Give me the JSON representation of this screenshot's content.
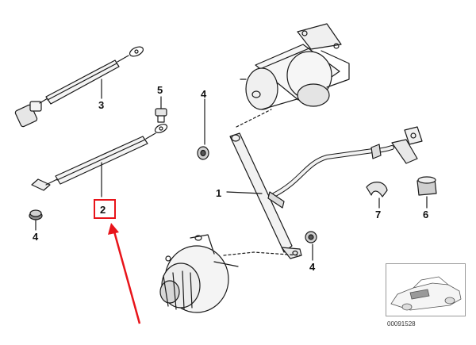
{
  "callouts": {
    "part_1": "1",
    "part_2": "2",
    "part_3": "3",
    "part_4_left": "4",
    "part_4_top": "4",
    "part_4_bottom": "4",
    "part_5": "5",
    "part_6": "6",
    "part_7": "7"
  },
  "catalog_number": "00091528",
  "colors": {
    "highlight": "#e8141a",
    "line": "#1a1a1a",
    "shade": "#cfcfcf"
  }
}
